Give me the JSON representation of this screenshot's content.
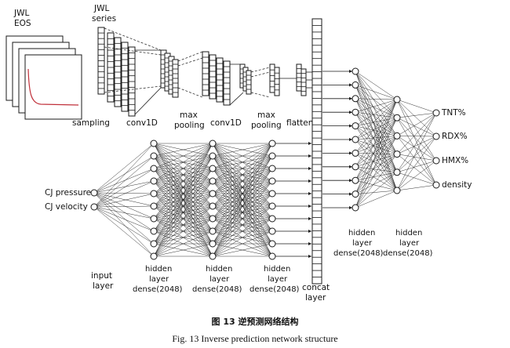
{
  "labels": {
    "jwl_eos_line1": "JWL",
    "jwl_eos_line2": "EOS",
    "jwl_series_line1": "JWL",
    "jwl_series_line2": "series",
    "sampling": "sampling",
    "conv1": "conv1D",
    "maxpool1_line1": "max",
    "maxpool1_line2": "pooling",
    "conv2": "conv1D",
    "maxpool2_line1": "max",
    "maxpool2_line2": "pooling",
    "flatten": "flatten",
    "concat_line1": "concat",
    "concat_line2": "layer",
    "input_line1": "input",
    "input_line2": "layer",
    "hidden_line1": "hidden",
    "hidden_line2": "layer",
    "hidden_line3": "dense(2048)",
    "in_pressure": "CJ pressure",
    "in_velocity": "CJ velocity",
    "out_tnt": "TNT%",
    "out_rdx": "RDX%",
    "out_hmx": "HMX%",
    "out_density": "density"
  },
  "caption": {
    "chinese": "图 13   逆预测网络结构",
    "english": "Fig. 13   Inverse prediction network structure"
  },
  "colors": {
    "line": "#1a1a1a",
    "curve": "#c0303a",
    "background": "#ffffff"
  }
}
